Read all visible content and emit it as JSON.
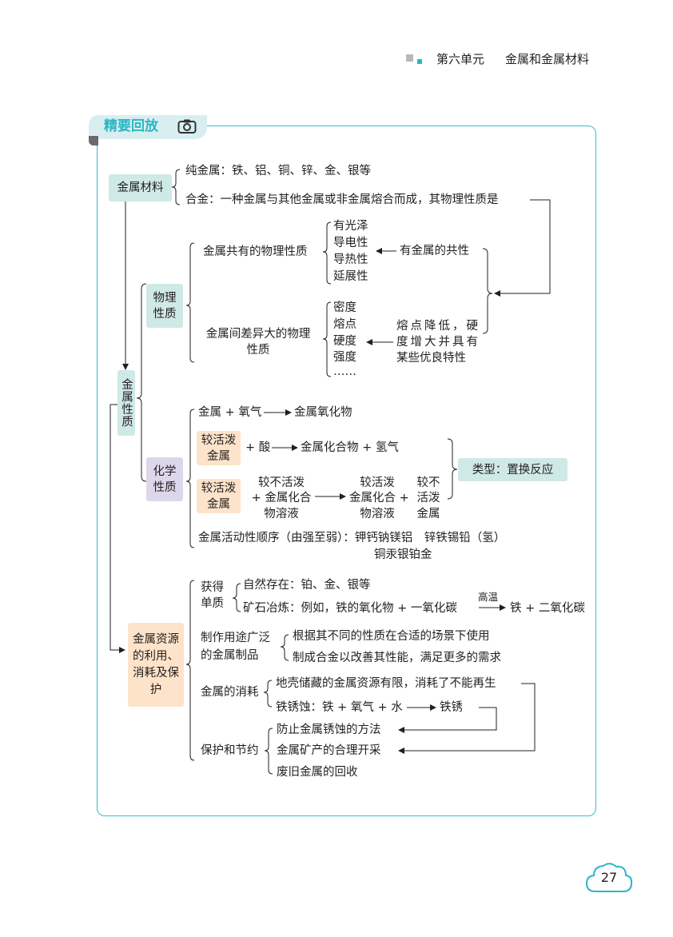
{
  "header": {
    "unit": "第六单元",
    "title": "金属和金属材料"
  },
  "section": {
    "title": "精要回放",
    "icon": "camera-icon"
  },
  "materials": {
    "label": "金属材料",
    "pure": "纯金属：铁、铝、铜、锌、金、银等",
    "alloy": "合金：一种金属与其他金属或非金属熔合而成，其物理性质是"
  },
  "properties": {
    "label": "金属性质",
    "physical": {
      "label": "物理性质",
      "common": {
        "label": "金属共有的物理性质",
        "items": [
          "有光泽",
          "导电性",
          "导热性",
          "延展性"
        ],
        "note": "有金属的共性"
      },
      "different": {
        "label_line1": "金属间差异大的物理",
        "label_line2": "性质",
        "items": [
          "密度",
          "熔点",
          "硬度",
          "强度",
          "……"
        ],
        "note_line1": "熔点降低，硬",
        "note_line2": "度增大并具有",
        "note_line3": "某些优良特性"
      }
    },
    "chemical": {
      "label": "化学性质",
      "oxygen": {
        "left": "金属 + 氧气",
        "right": "金属氧化物"
      },
      "acid": {
        "box": "较活泼金属",
        "left": "+ 酸",
        "right": "金属化合物 + 氢气"
      },
      "salt": {
        "box": "较活泼金属",
        "reactant_line1": "较不活泼",
        "reactant_line2": "+ 金属化合",
        "reactant_line3": "物溶液",
        "product_line1": "较活泼",
        "product_line2": "金属化合 +",
        "product_line3": "物溶液",
        "product2_line1": "较不",
        "product2_line2": "活泼",
        "product2_line3": "金属"
      },
      "type": "类型：置换反应",
      "activity_line1": "金属活动性顺序（由强至弱）：钾钙钠镁铝　锌铁锡铅（氢）",
      "activity_line2": "铜汞银铂金"
    }
  },
  "resources": {
    "label": "金属资源的利用、消耗及保护",
    "obtain": {
      "label_line1": "获得",
      "label_line2": "单质",
      "natural": "自然存在：铂、金、银等",
      "smelting_left": "矿石冶炼：例如，铁的氧化物 + 一氧化碳",
      "condition": "高温",
      "smelting_right": "铁 + 二氧化碳"
    },
    "products": {
      "label_line1": "制作用途广泛",
      "label_line2": "的金属制品",
      "item1": "根据其不同的性质在合适的场景下使用",
      "item2": "制成合金以改善其性能，满足更多的需求"
    },
    "consumption": {
      "label": "金属的消耗",
      "item1": "地壳储藏的金属资源有限，消耗了不能再生",
      "item2_left": "铁锈蚀：铁 + 氧气 + 水",
      "item2_right": "铁锈"
    },
    "protection": {
      "label": "保护和节约",
      "item1": "防止金属锈蚀的方法",
      "item2": "金属矿产的合理开采",
      "item3": "废旧金属的回收"
    }
  },
  "page_number": "27",
  "colors": {
    "accent": "#2bb6c6",
    "teal_box": "#cfe9e6",
    "purple_box": "#dcd7ea",
    "peach_box": "#fde3c9"
  }
}
